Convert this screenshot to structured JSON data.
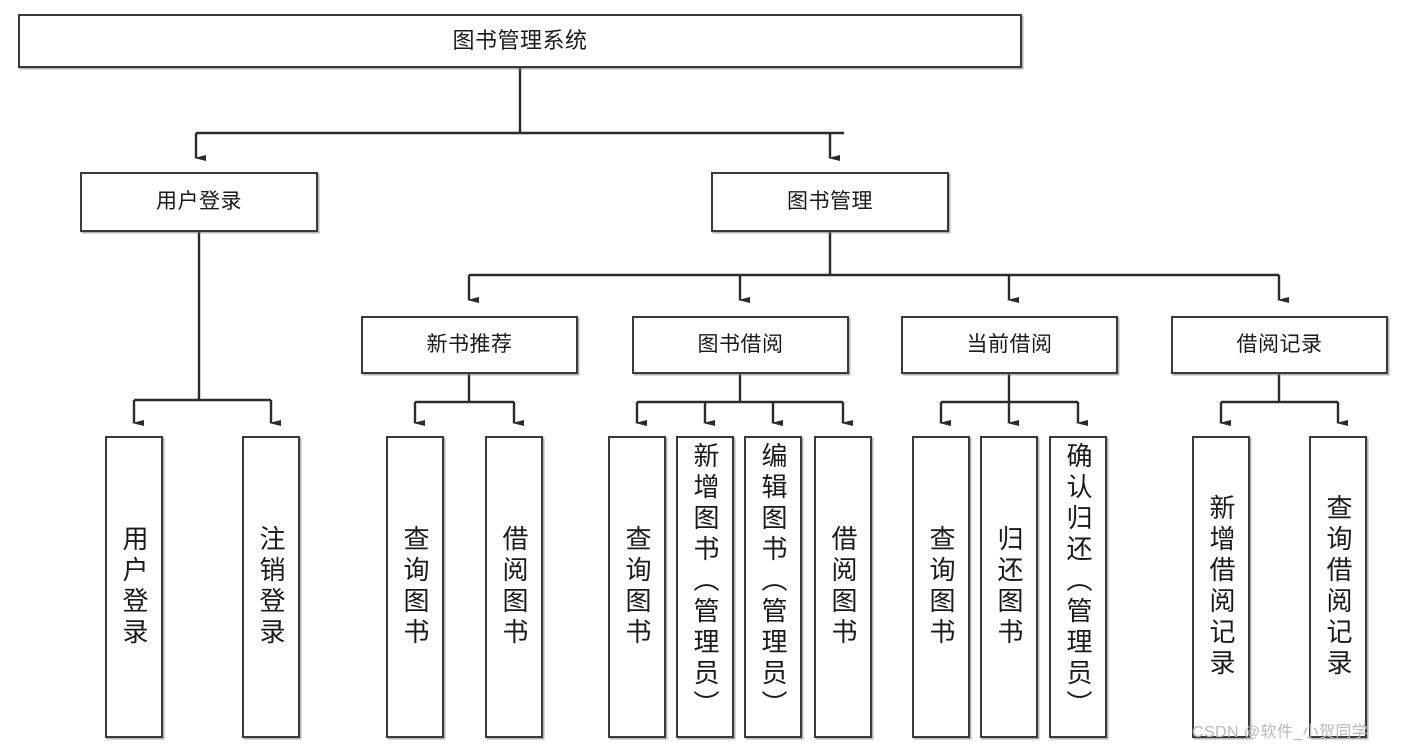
{
  "diagram": {
    "title": "图书管理系统",
    "type": "tree",
    "watermark": "CSDN @软件_小贺同学",
    "colors": {
      "box_border": "#3a3a3a",
      "box_fill": "#ffffff",
      "text": "#1a1a1a",
      "connector": "#2b2b2b",
      "watermark": "#b9b9b9",
      "background": "#ffffff"
    },
    "levels": {
      "root": [
        "图书管理系统"
      ],
      "level2": [
        "用户登录",
        "图书管理"
      ],
      "level3": [
        "新书推荐",
        "图书借阅",
        "当前借阅",
        "借阅记录"
      ],
      "leaves": [
        "用户登录",
        "注销登录",
        "查询图书",
        "借阅图书",
        "查询图书",
        "新增图书（管理员）",
        "编辑图书（管理员）",
        "借阅图书",
        "查询图书",
        "归还图书",
        "确认归还（管理员）",
        "新增借阅记录",
        "查询借阅记录"
      ]
    },
    "nodes": {
      "root": {
        "label": "图书管理系统"
      },
      "user_login": {
        "label": "用户登录"
      },
      "book_manage": {
        "label": "图书管理"
      },
      "new_book_rec": {
        "label": "新书推荐"
      },
      "book_borrow": {
        "label": "图书借阅"
      },
      "current_borrow": {
        "label": "当前借阅"
      },
      "borrow_record": {
        "label": "借阅记录"
      },
      "leaf_user_login": {
        "label": "用户登录"
      },
      "leaf_logout": {
        "label": "注销登录"
      },
      "leaf_query_book_1": {
        "label": "查询图书"
      },
      "leaf_borrow_book_1": {
        "label": "借阅图书"
      },
      "leaf_query_book_2": {
        "label": "查询图书"
      },
      "leaf_add_book": {
        "label": "新增图书（管理员）"
      },
      "leaf_edit_book": {
        "label": "编辑图书（管理员）"
      },
      "leaf_borrow_book_2": {
        "label": "借阅图书"
      },
      "leaf_query_book_3": {
        "label": "查询图书"
      },
      "leaf_return_book": {
        "label": "归还图书"
      },
      "leaf_confirm_return": {
        "label": "确认归还（管理员）"
      },
      "leaf_add_record": {
        "label": "新增借阅记录"
      },
      "leaf_query_record": {
        "label": "查询借阅记录"
      }
    },
    "edges": [
      {
        "from": "root",
        "to": "user_login"
      },
      {
        "from": "root",
        "to": "book_manage"
      },
      {
        "from": "user_login",
        "to": "leaf_user_login"
      },
      {
        "from": "user_login",
        "to": "leaf_logout"
      },
      {
        "from": "book_manage",
        "to": "new_book_rec"
      },
      {
        "from": "book_manage",
        "to": "book_borrow"
      },
      {
        "from": "book_manage",
        "to": "current_borrow"
      },
      {
        "from": "book_manage",
        "to": "borrow_record"
      },
      {
        "from": "new_book_rec",
        "to": "leaf_query_book_1"
      },
      {
        "from": "new_book_rec",
        "to": "leaf_borrow_book_1"
      },
      {
        "from": "book_borrow",
        "to": "leaf_query_book_2"
      },
      {
        "from": "book_borrow",
        "to": "leaf_add_book"
      },
      {
        "from": "book_borrow",
        "to": "leaf_edit_book"
      },
      {
        "from": "book_borrow",
        "to": "leaf_borrow_book_2"
      },
      {
        "from": "current_borrow",
        "to": "leaf_query_book_3"
      },
      {
        "from": "current_borrow",
        "to": "leaf_return_book"
      },
      {
        "from": "current_borrow",
        "to": "leaf_confirm_return"
      },
      {
        "from": "borrow_record",
        "to": "leaf_add_record"
      },
      {
        "from": "borrow_record",
        "to": "leaf_query_record"
      }
    ]
  }
}
